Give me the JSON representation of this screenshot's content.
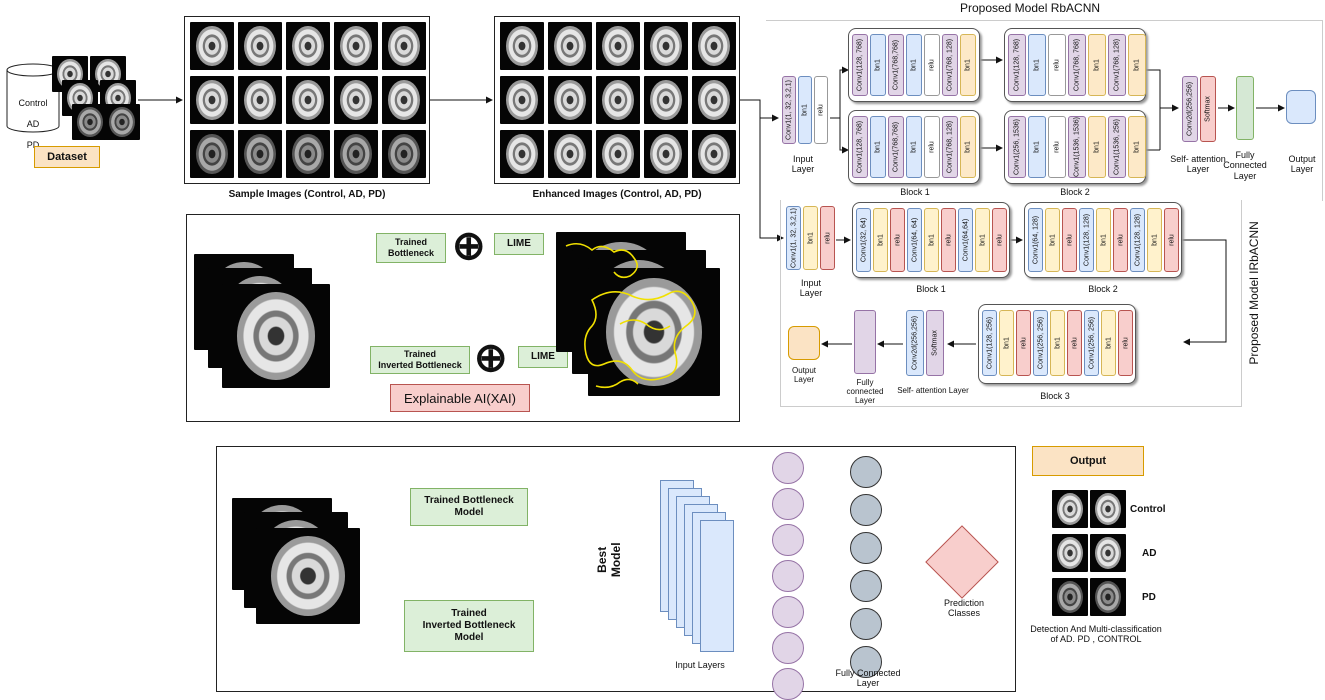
{
  "dataset": {
    "db_lines": [
      "Control",
      "AD",
      "PD"
    ],
    "label": "Dataset"
  },
  "sample_images": {
    "caption": "Sample Images (Control, AD, PD)"
  },
  "enhanced_images": {
    "caption": "Enhanced Images (Control, AD, PD)"
  },
  "rbacnn": {
    "title": "Proposed Model RbACNN",
    "input": {
      "layers": [
        "Conv1(1, 32, 3,2,1)",
        "bn1",
        "relu"
      ],
      "label": "Input\nLayer"
    },
    "block1_top": [
      "Conv1(128, 768)",
      "bn1",
      "Conv1(768,768)",
      "bn1",
      "relu",
      "Conv1(768, 128)",
      "bn1"
    ],
    "block1_bottom": [
      "Conv1(128, 768)",
      "bn1",
      "Conv1(768,768)",
      "bn1",
      "relu",
      "Conv1(768, 128)",
      "bn1"
    ],
    "block2_top": [
      "Conv1(128, 768)",
      "bn1",
      "relu",
      "Conv1(768, 768)",
      "bn1",
      "Conv1(768, 128)",
      "bn1"
    ],
    "block2_bottom": [
      "Conv1(256, 1536)",
      "bn1",
      "relu",
      "Conv1(1536, 1536)",
      "bn1",
      "Conv1(1536, 256)",
      "bn1"
    ],
    "block1_label": "Block 1",
    "block2_label": "Block 2",
    "attention": {
      "layers": [
        "Conv2d(256,256)",
        "Softmax"
      ],
      "label": "Self- attention\nLayer"
    },
    "fc_label": "Fully\nConnected\nLayer",
    "output_label": "Output\nLayer"
  },
  "irbacnn": {
    "title": "Proposed Model IRbACNN",
    "input": {
      "layers": [
        "Conv1(1, 32, 3,2,1)",
        "bn1",
        "relu"
      ],
      "label": "Input\nLayer"
    },
    "block1": [
      "Conv1(32, 64)",
      "bn1",
      "relu",
      "Conv1(64, 64)",
      "bn1",
      "relu",
      "Conv1(64,64)",
      "bn1",
      "relu"
    ],
    "block2": [
      "Conv1(64, 128)",
      "bn1",
      "relu",
      "Conv1(128, 128)",
      "bn1",
      "relu",
      "Conv1(128, 128)",
      "bn1",
      "relu"
    ],
    "block3": [
      "Conv1(128, 256)",
      "bn1",
      "relu",
      "Conv1(256, 256)",
      "bn1",
      "relu",
      "Conv1(256, 256)",
      "bn1",
      "relu"
    ],
    "block1_label": "Block 1",
    "block2_label": "Block 2",
    "block3_label": "Block 3",
    "attention": {
      "layers": [
        "Conv2d(256,256)",
        "Softmax"
      ],
      "label": "Self- attention Layer"
    },
    "fc_label": "Fully\nconnected\nLayer",
    "output_label": "Output\nLayer"
  },
  "xai": {
    "trained_bottleneck": "Trained\nBottleneck",
    "trained_inverted": "Trained\nInverted Bottleneck",
    "lime": "LIME",
    "plus": "⊕",
    "label": "Explainable AI(XAI)"
  },
  "classification": {
    "model1": "Trained Bottleneck\nModel",
    "model2": "Trained\nInverted Bottleneck\nModel",
    "best_model": "Best\nModel",
    "input_layers": "Input Layers",
    "fc_layer": "Fully Connected\nLayer",
    "prediction": "Prediction\nClasses"
  },
  "output": {
    "title": "Output",
    "classes": [
      "Control",
      "AD",
      "PD"
    ],
    "caption": "Detection And Multi-classification\nof AD. PD , CONTROL"
  },
  "colors": {
    "conv": "#e1d5e7",
    "bn": "#fde9c8",
    "relu": "#ffffff",
    "bn1_blue": "#dae8fc",
    "relu_yellow": "#fff2cc",
    "relu_red": "#f8cecc",
    "fc": "#e1d5e7",
    "out_blue": "#dae8fc",
    "out_orange": "#fbe3c4",
    "node_purple": "#e1d5e7",
    "node_gray": "#b9c4cf",
    "diamond": "#f8cecc"
  }
}
